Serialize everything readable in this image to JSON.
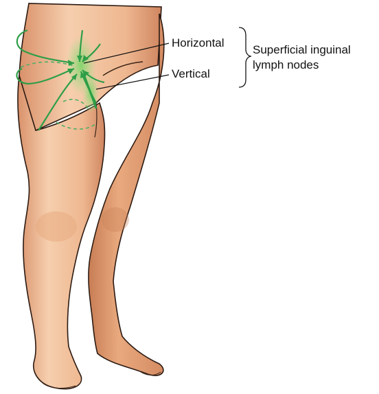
{
  "labels": {
    "horizontal": "Horizontal",
    "vertical": "Vertical",
    "group_line1": "Superficial inguinal",
    "group_line2": "lymph nodes"
  },
  "colors": {
    "skin_light": "#f3c7a4",
    "skin_mid": "#e3a67c",
    "skin_dark": "#c9825a",
    "outline": "#2b1a12",
    "lymph_green": "#2e9e48",
    "lymph_glow": "#8fdc7e",
    "text": "#111111"
  }
}
